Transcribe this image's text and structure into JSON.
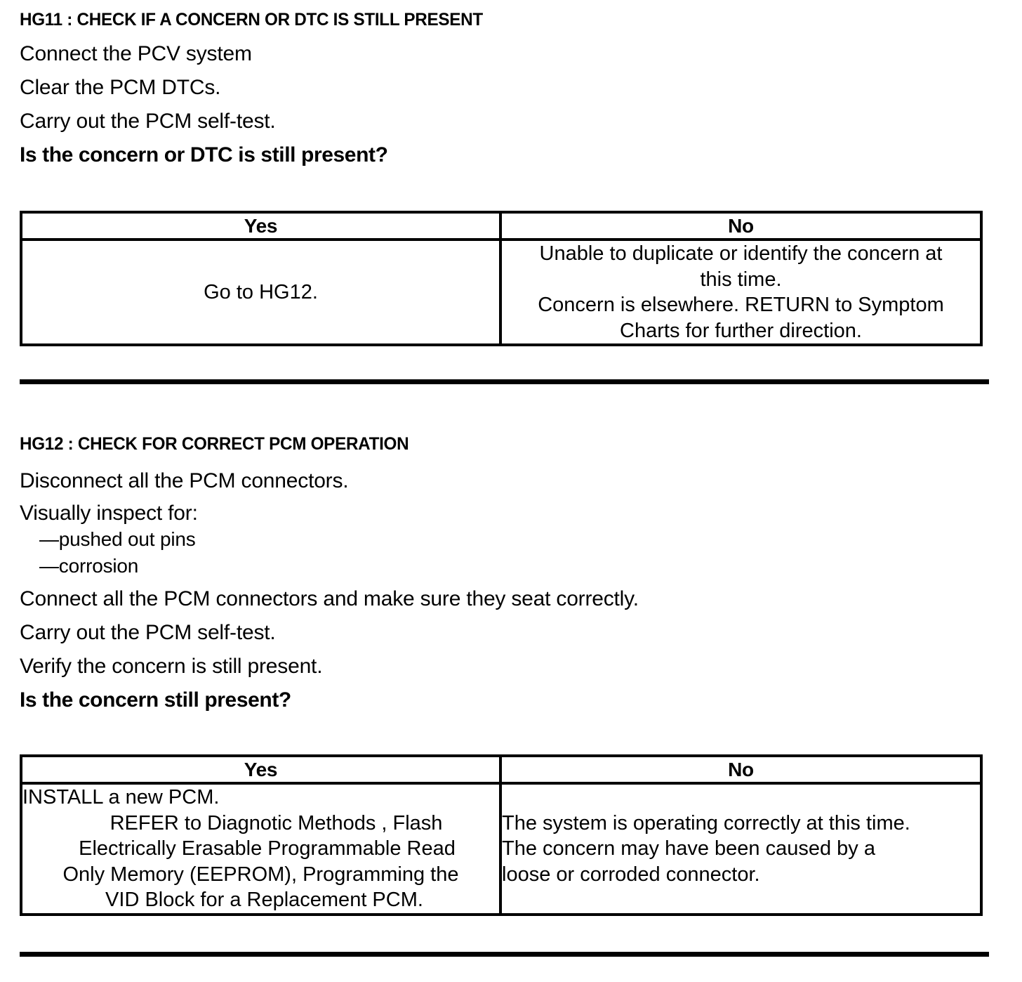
{
  "document": {
    "type": "diagnostic-pinpoint-test",
    "sections": [
      {
        "id": "HG11",
        "heading": "HG11 : CHECK IF A CONCERN OR DTC IS STILL PRESENT",
        "steps": [
          "Connect the PCV system",
          "Clear the PCM DTCs.",
          "Carry out the PCM self-test."
        ],
        "question": "Is the concern or DTC is still present?",
        "table": {
          "headers": {
            "yes": "Yes",
            "no": "No"
          },
          "yes_lines": [
            "Go to HG12."
          ],
          "no_lines": [
            "Unable to duplicate or identify the concern at",
            "this time.",
            "Concern is elsewhere. RETURN to Symptom",
            "Charts for further direction."
          ]
        }
      },
      {
        "id": "HG12",
        "heading": "HG12 : CHECK FOR CORRECT PCM OPERATION",
        "steps": [
          "Disconnect all the PCM connectors.",
          "Visually inspect for:",
          "—pushed out pins",
          "—corrosion",
          "Connect all the PCM connectors and make sure they seat correctly.",
          "Carry out the PCM self-test.",
          "Verify the concern is still present."
        ],
        "question": "Is the concern still present?",
        "table": {
          "headers": {
            "yes": "Yes",
            "no": "No"
          },
          "yes_lines": [
            "INSTALL a new PCM.",
            "REFER to Diagnotic Methods , Flash",
            "Electrically Erasable Programmable Read",
            "Only Memory (EEPROM), Programming the",
            "VID Block for a Replacement PCM."
          ],
          "no_lines": [
            "The system is operating correctly at this time.",
            "The concern may have been caused by a",
            "loose or corroded connector."
          ]
        }
      }
    ]
  },
  "colors": {
    "text": "#000000",
    "background": "#ffffff",
    "rule": "#000000"
  }
}
